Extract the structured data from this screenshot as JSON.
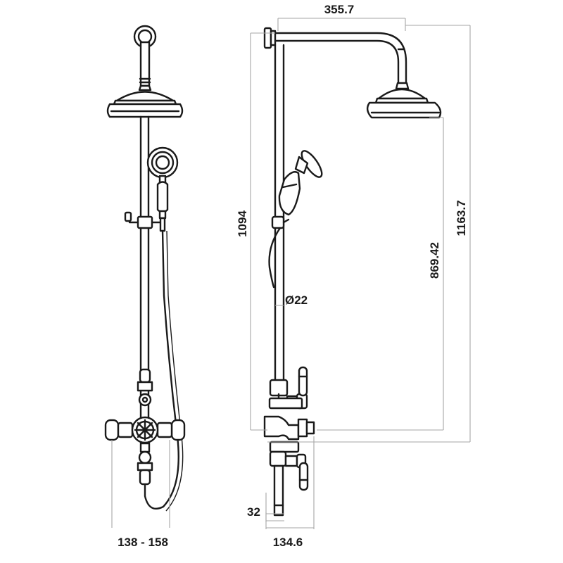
{
  "dimensions": {
    "arm_projection": "355.7",
    "riser_height": "1094",
    "overall_height": "1163.7",
    "head_to_valve": "869.42",
    "rail_diameter": "Ø22",
    "outlet_length": "32",
    "valve_centres": "138 - 158",
    "valve_depth": "134.6"
  }
}
